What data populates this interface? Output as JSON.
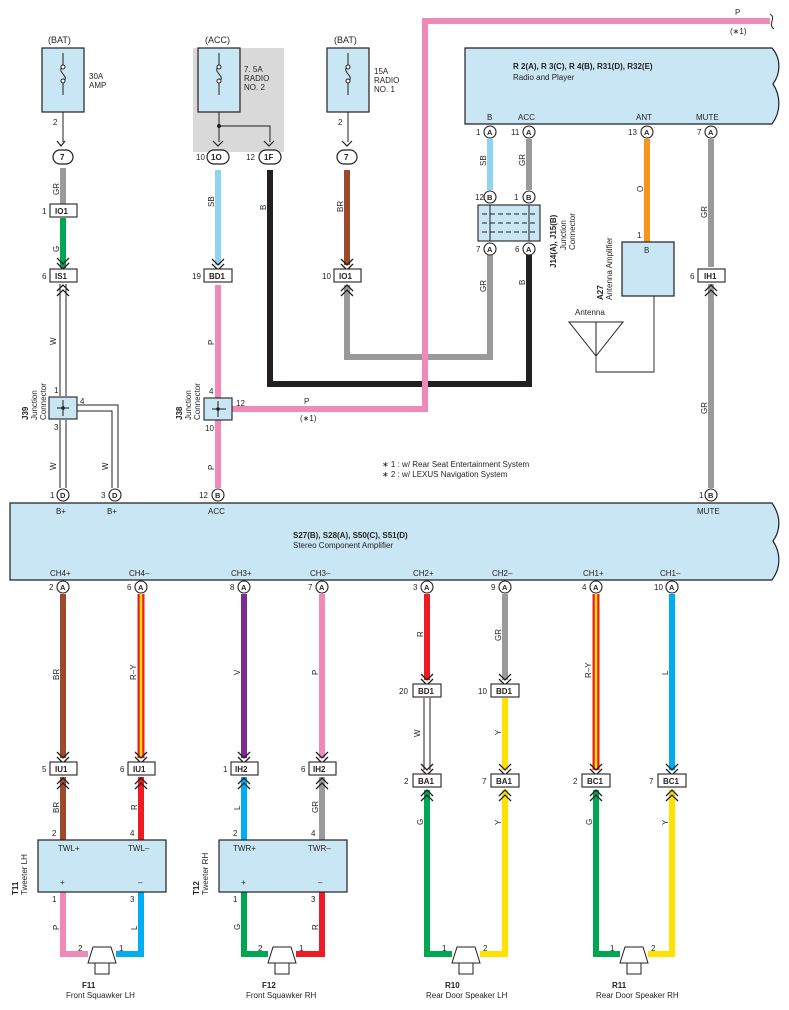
{
  "colors": {
    "module_fill": "#c9e6f5",
    "GR": "#9a9a9c",
    "G": "#00a651",
    "W": "#ffffff",
    "SB": "#8fd3f0",
    "P": "#f088b8",
    "B": "#231f20",
    "BR": "#9b4b2b",
    "O": "#f7941d",
    "V": "#7b2c8e",
    "R": "#ed1c24",
    "L": "#00aeef",
    "Y": "#ffe100",
    "R-Y": "#ed1c24"
  },
  "fuses": {
    "bat1": {
      "source": "(BAT)",
      "rating": "30A",
      "name": "AMP",
      "pin": "2",
      "conn": "7"
    },
    "acc": {
      "source": "(ACC)",
      "rating": "7. 5A",
      "name": "RADIO",
      "name2": "NO. 2",
      "pin_left": "10",
      "conn_left": "1O",
      "pin_right": "12",
      "conn_right": "1F"
    },
    "bat2": {
      "source": "(BAT)",
      "rating": "15A",
      "name": "RADIO",
      "name2": "NO. 1",
      "pin": "2",
      "conn": "7"
    }
  },
  "radio": {
    "title": "R 2(A), R 3(C), R 4(B), R31(D), R32(E)",
    "subtitle": "Radio and Player",
    "pins": [
      {
        "label": "B",
        "num": "1",
        "letter": "A",
        "wire": "SB"
      },
      {
        "label": "ACC",
        "num": "11",
        "letter": "A",
        "wire": "GR"
      },
      {
        "label": "ANT",
        "num": "13",
        "letter": "A",
        "wire": "O"
      },
      {
        "label": "MUTE",
        "num": "7",
        "letter": "A",
        "wire": "GR"
      }
    ]
  },
  "junction_j14": {
    "ref": "J14(A), J15(B)",
    "name": "Junction",
    "name2": "Connector",
    "top_left": "12",
    "top_left_letter": "B",
    "top_right": "1",
    "top_right_letter": "B",
    "bottom_left": "7",
    "bottom_left_letter": "A",
    "bottom_right": "6",
    "bottom_right_letter": "A",
    "wire_bl": "GR",
    "wire_br": "B"
  },
  "antenna_amp": {
    "ref": "A27",
    "name": "Antenna Amplifier",
    "pin": "1",
    "pin_label": "B"
  },
  "antenna": {
    "label": "Antenna"
  },
  "wire_p_top": {
    "color": "P",
    "note": "(∗1)"
  },
  "left_column": {
    "wire1": "GR",
    "conn1": "IO1",
    "pin1": "1",
    "wire2": "G",
    "conn2": "IS1",
    "pin2": "6",
    "wire3": "W"
  },
  "j39": {
    "ref": "J39",
    "name": "Junction",
    "name2": "Connector",
    "pin_top": "1",
    "pin_side": "4",
    "pin_bottom": "3",
    "wire_bottom": "W",
    "wire_side": "W"
  },
  "acc_column": {
    "wire1": "SB",
    "conn1": "BD1",
    "pin1": "19",
    "wire2": "P"
  },
  "j38": {
    "ref": "J38",
    "name": "Junction",
    "name2": "Connector",
    "pin_top": "4",
    "pin_side": "12",
    "pin_bottom": "10",
    "wire_bottom": "P",
    "wire_side": "P",
    "note": "(∗1)"
  },
  "black_wire": "B",
  "bat2_column": {
    "wire1": "BR",
    "conn1": "IO1",
    "pin1": "10"
  },
  "mute_column": {
    "wire1": "GR",
    "conn1": "IH1",
    "pin1": "6",
    "wire2": "GR"
  },
  "notes": [
    "∗ 1 : w/ Rear Seat Entertainment System",
    "∗ 2 : w/ LEXUS Navigation System"
  ],
  "amplifier": {
    "title": "S27(B), S28(A), S50(C), S51(D)",
    "subtitle": "Stereo Component Amplifier",
    "top_pins": [
      {
        "num": "1",
        "letter": "D",
        "label": "B+"
      },
      {
        "num": "3",
        "letter": "D",
        "label": "B+"
      },
      {
        "num": "12",
        "letter": "B",
        "label": "ACC"
      },
      {
        "num": "1",
        "letter": "B",
        "label": "MUTE"
      }
    ],
    "bottom_pins": [
      {
        "label": "CH4+",
        "num": "2",
        "letter": "A",
        "wire": "BR"
      },
      {
        "label": "CH4–",
        "num": "6",
        "letter": "A",
        "wire": "R–Y"
      },
      {
        "label": "CH3+",
        "num": "8",
        "letter": "A",
        "wire": "V"
      },
      {
        "label": "CH3–",
        "num": "7",
        "letter": "A",
        "wire": "P"
      },
      {
        "label": "CH2+",
        "num": "3",
        "letter": "A",
        "wire": "R"
      },
      {
        "label": "CH2–",
        "num": "9",
        "letter": "A",
        "wire": "GR"
      },
      {
        "label": "CH1+",
        "num": "4",
        "letter": "A",
        "wire": "R–Y"
      },
      {
        "label": "CH1–",
        "num": "10",
        "letter": "A",
        "wire": "L"
      }
    ]
  },
  "lower": {
    "ch4p": {
      "conn": "IU1",
      "pin": "5",
      "wire": "BR"
    },
    "ch4m": {
      "conn": "IU1",
      "pin": "6",
      "wire": "R"
    },
    "ch3p": {
      "conn": "IH2",
      "pin": "1",
      "wire": "L"
    },
    "ch3m": {
      "conn": "IH2",
      "pin": "6",
      "wire": "GR"
    },
    "ch2p": {
      "conn1": "BD1",
      "pin1": "20",
      "wire_mid": "W",
      "conn2": "BA1",
      "pin2": "2",
      "wire": "G"
    },
    "ch2m": {
      "conn1": "BD1",
      "pin1": "10",
      "wire_mid": "Y",
      "conn2": "BA1",
      "pin2": "7",
      "wire": "Y"
    },
    "ch1p": {
      "conn": "BC1",
      "pin": "2",
      "wire": "G"
    },
    "ch1m": {
      "conn": "BC1",
      "pin": "7",
      "wire": "Y"
    }
  },
  "tweeters": [
    {
      "ref": "T11",
      "name": "Tweeter LH",
      "plus": "TWL+",
      "minus": "TWL–",
      "pin_top_l": "2",
      "pin_top_r": "4",
      "pin_bot_l": "1",
      "pin_bot_r": "3",
      "sym_plus": "+",
      "sym_minus": "–",
      "wire_bl": "P",
      "wire_br": "L"
    },
    {
      "ref": "T12",
      "name": "Tweeter RH",
      "plus": "TWR+",
      "minus": "TWR–",
      "pin_top_l": "2",
      "pin_top_r": "4",
      "pin_bot_l": "1",
      "pin_bot_r": "3",
      "sym_plus": "+",
      "sym_minus": "–",
      "wire_bl": "G",
      "wire_br": "R"
    }
  ],
  "speakers": [
    {
      "ref": "F11",
      "name": "Front Squawker LH",
      "pin_l": "2",
      "pin_r": "1"
    },
    {
      "ref": "F12",
      "name": "Front Squawker RH",
      "pin_l": "2",
      "pin_r": "1"
    },
    {
      "ref": "R10",
      "name": "Rear Door Speaker LH",
      "pin_l": "1",
      "pin_r": "2"
    },
    {
      "ref": "R11",
      "name": "Rear Door Speaker RH",
      "pin_l": "1",
      "pin_r": "2"
    }
  ]
}
